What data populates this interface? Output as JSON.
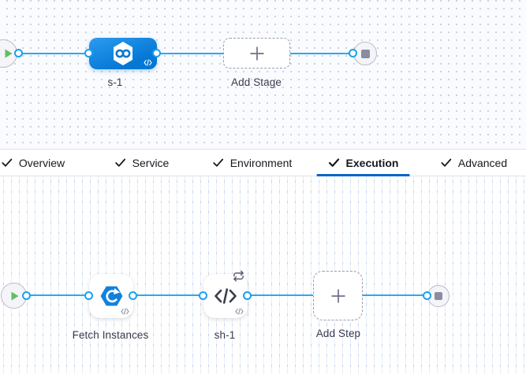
{
  "stage_section": {
    "stage": {
      "name": "s-1",
      "icon": "cd-stage-infinity-icon"
    },
    "add_stage": {
      "label": "Add Stage"
    },
    "start_node_icon": "play-icon",
    "end_node_icon": "stop-icon"
  },
  "tab_bar": {
    "tabs": [
      {
        "label": "Overview",
        "checked": true,
        "active": false
      },
      {
        "label": "Service",
        "checked": true,
        "active": false
      },
      {
        "label": "Environment",
        "checked": true,
        "active": false
      },
      {
        "label": "Execution",
        "checked": true,
        "active": true
      },
      {
        "label": "Advanced",
        "checked": true,
        "active": false
      }
    ],
    "active_tab": "Execution"
  },
  "execution_section": {
    "steps": [
      {
        "name": "Fetch Instances",
        "icon": "fetch-instances-icon",
        "badges": [
          "code-toggle-icon"
        ]
      },
      {
        "name": "sh-1",
        "icon": "shell-script-icon",
        "badges": [
          "loop-strategy-icon",
          "code-toggle-icon"
        ]
      }
    ],
    "add_step": {
      "label": "Add Step"
    },
    "start_node_icon": "play-icon",
    "end_node_icon": "stop-icon"
  },
  "colors": {
    "edge_blue": "#29a8f6",
    "connector_ring_blue": "#19a0f2",
    "stage_node_blue": "#0277d4",
    "active_tab_underline": "#0665c8",
    "play_green": "#5fc05f",
    "stop_gray": "#8a8c9f",
    "canvas_top_bg": "#fafbfe",
    "canvas_bottom_bg": "#ffffff",
    "label_text": "#383b4f",
    "tab_text": "#17181f"
  }
}
